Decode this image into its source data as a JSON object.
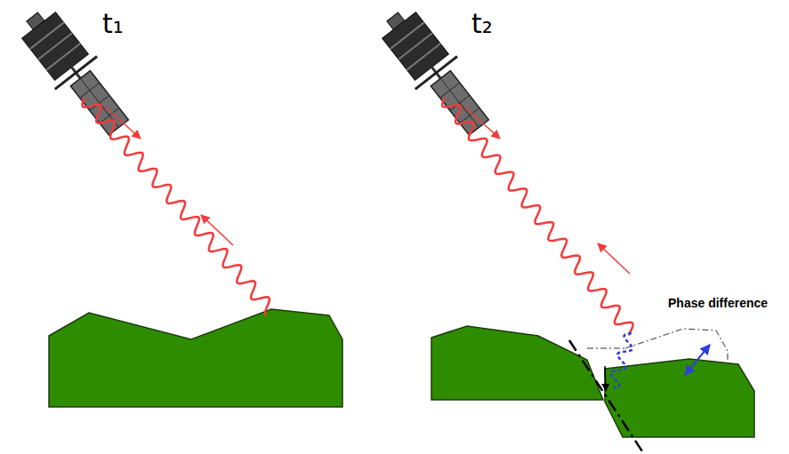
{
  "diagram": {
    "labels": [
      "t₁",
      "t₂",
      "Phase difference"
    ]
  }
}
